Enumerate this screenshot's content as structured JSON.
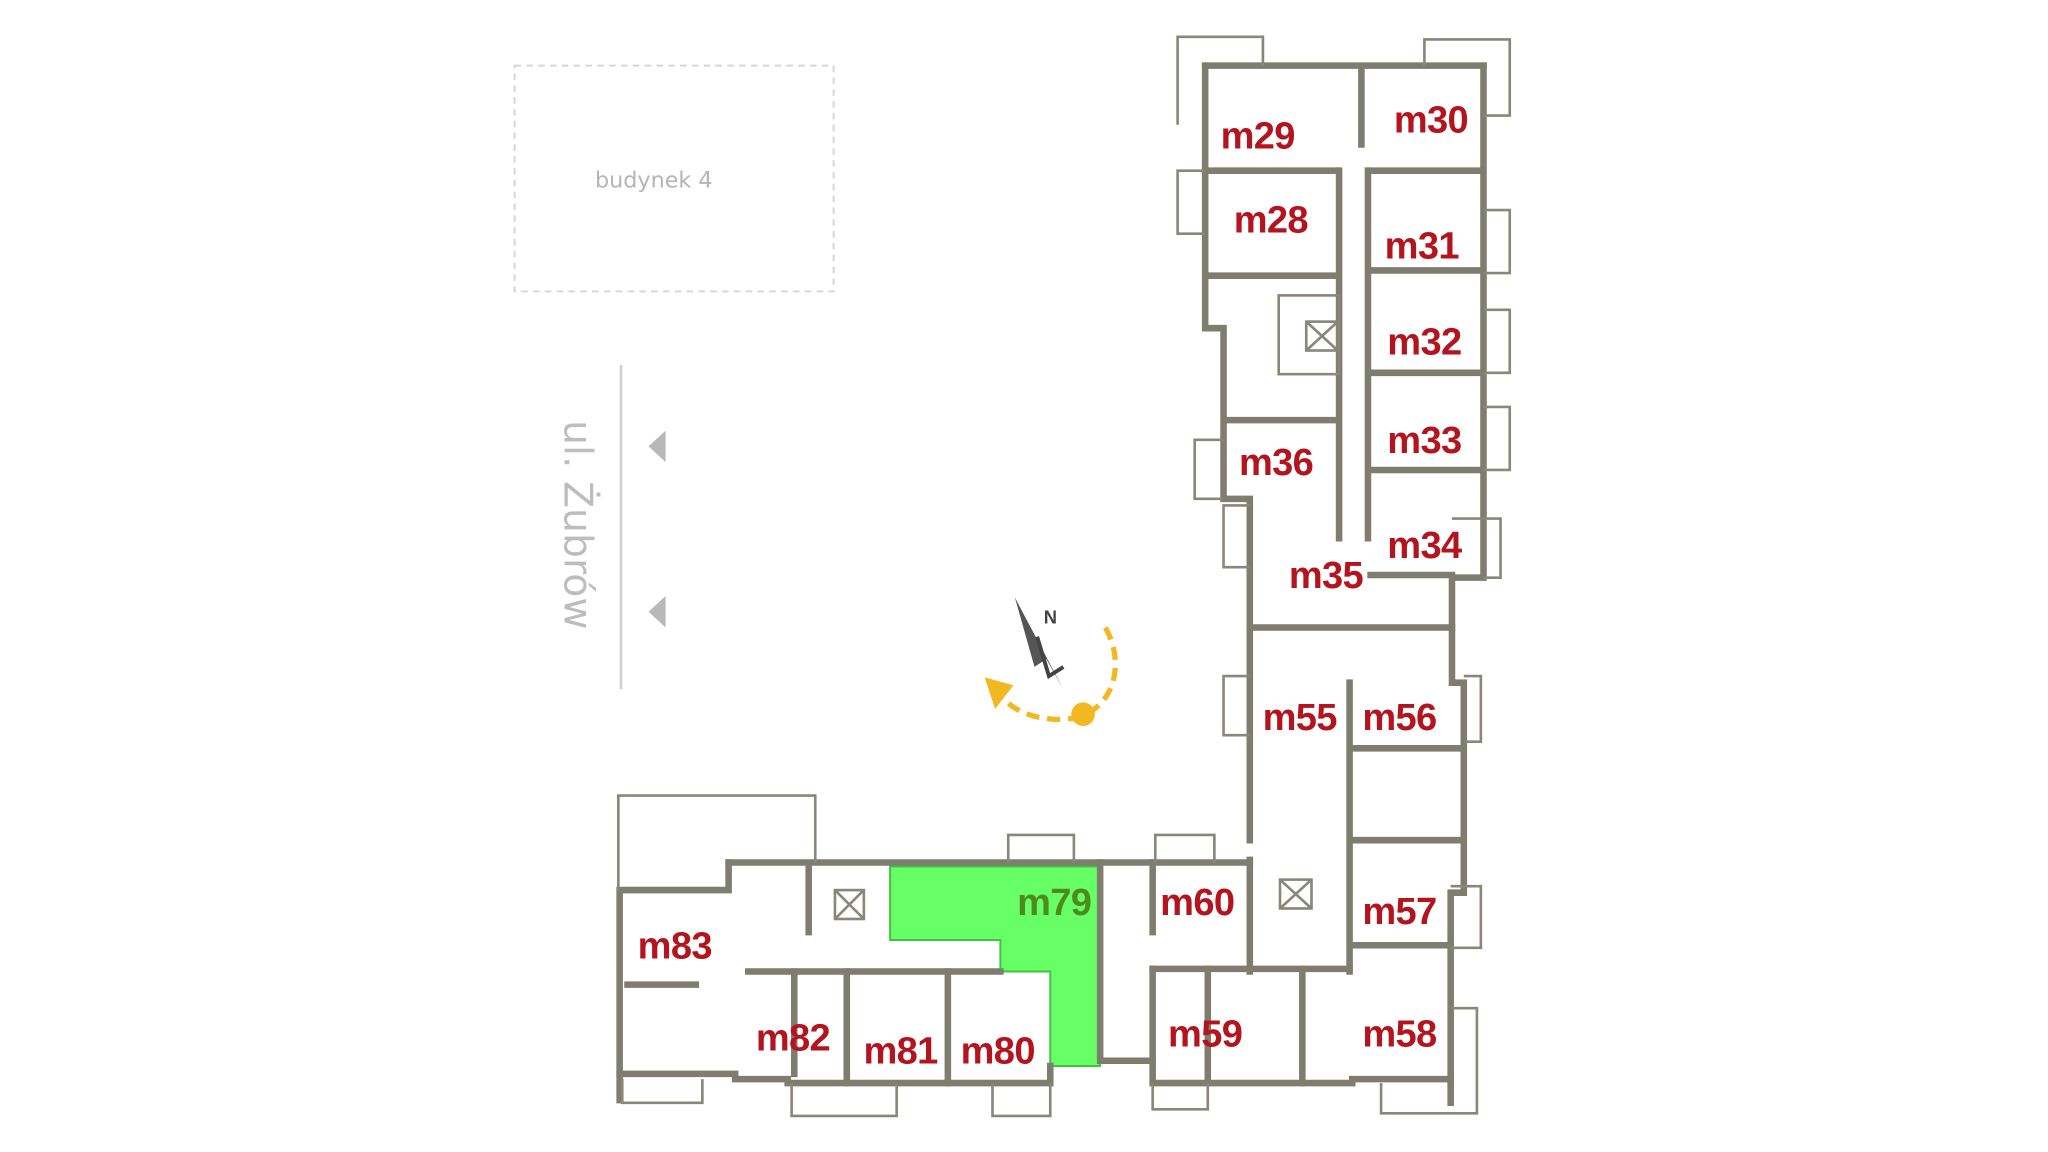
{
  "site": {
    "neighbor_building": "budynek 4",
    "street": "ul. Żubrów",
    "compass_label": "N"
  },
  "colors": {
    "label": "#b3141d",
    "selected_fill": "#66ff66",
    "selected_label": "#4d8c1c",
    "wall": "#7f7d6e",
    "compass_arrow": "#f2b821"
  },
  "selected_unit": "m79",
  "units": {
    "m29": "m29",
    "m30": "m30",
    "m28": "m28",
    "m31": "m31",
    "m32": "m32",
    "m36": "m36",
    "m33": "m33",
    "m34": "m34",
    "m35": "m35",
    "m55": "m55",
    "m56": "m56",
    "m60": "m60",
    "m79": "m79",
    "m57": "m57",
    "m83": "m83",
    "m82": "m82",
    "m81": "m81",
    "m80": "m80",
    "m59": "m59",
    "m58": "m58"
  }
}
